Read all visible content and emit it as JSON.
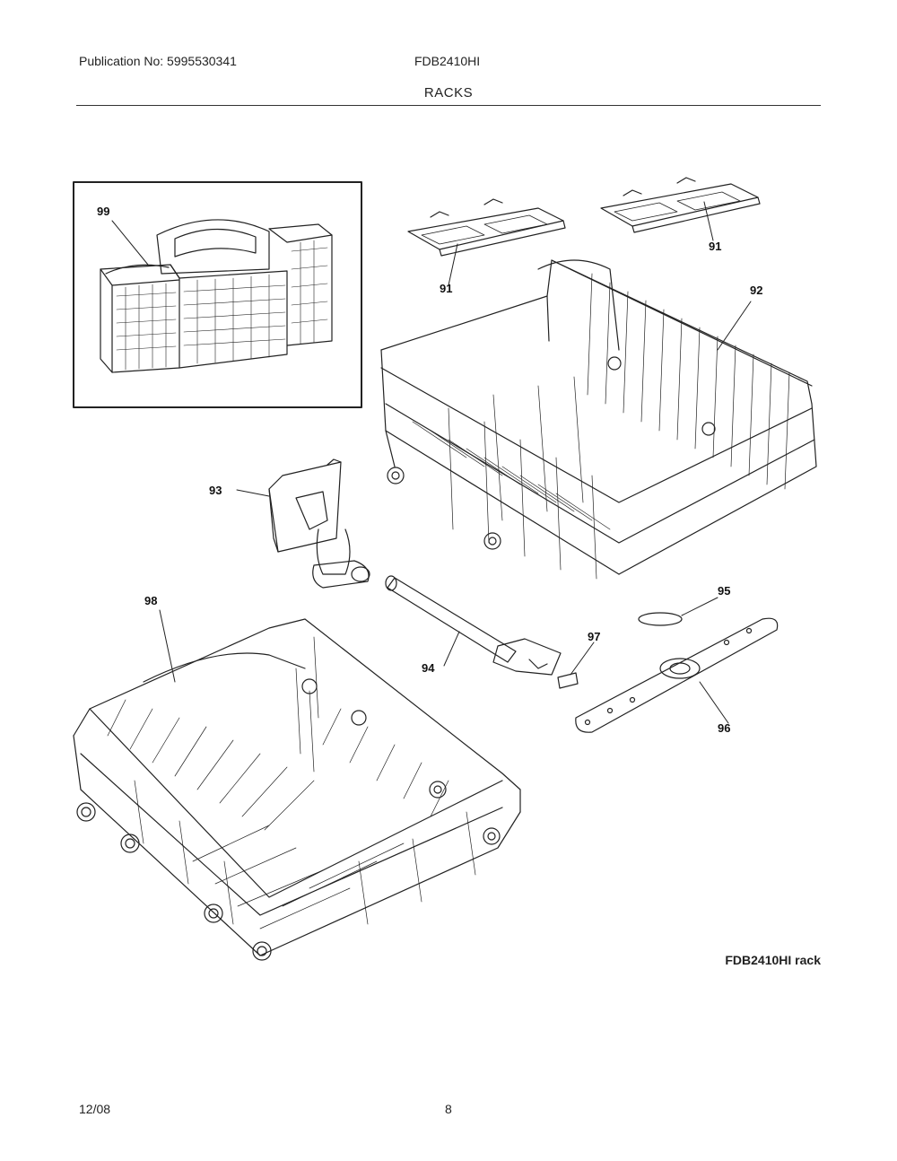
{
  "header": {
    "publication": "Publication No: 5995530341",
    "model": "FDB2410HI",
    "section": "RACKS"
  },
  "callouts": {
    "p99": "99",
    "p91a": "91",
    "p91b": "91",
    "p92": "92",
    "p93": "93",
    "p98": "98",
    "p95": "95",
    "p97": "97",
    "p94": "94",
    "p96": "96"
  },
  "caption": "FDB2410HI rack",
  "footer": {
    "date": "12/08",
    "page": "8"
  }
}
